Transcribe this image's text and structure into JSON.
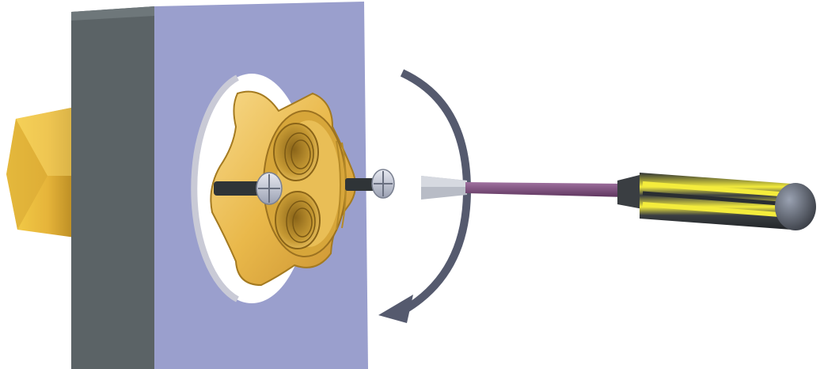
{
  "diagram": {
    "subject": "",
    "parts": [
      {
        "id": "mounting-block",
        "icon": "block-icon"
      },
      {
        "id": "back-cone",
        "icon": "cone-icon"
      },
      {
        "id": "star-knob",
        "icon": "star-knob-icon"
      },
      {
        "id": "set-screw",
        "icon": "screw-icon"
      },
      {
        "id": "screwdriver",
        "icon": "screwdriver-icon"
      },
      {
        "id": "rotation-arrow",
        "icon": "counterclockwise-arrow-icon"
      }
    ],
    "rotation_direction": "counterclockwise",
    "colors": {
      "block_face": "#9a9fcd",
      "block_side": "#5b6366",
      "brass": "#e5b540",
      "brass_dark": "#b28a2a",
      "arrow": "#555a6e",
      "shaft": "#7a4a7a",
      "handle_yellow": "#f2ea3a",
      "handle_dark": "#3a3e42"
    }
  }
}
